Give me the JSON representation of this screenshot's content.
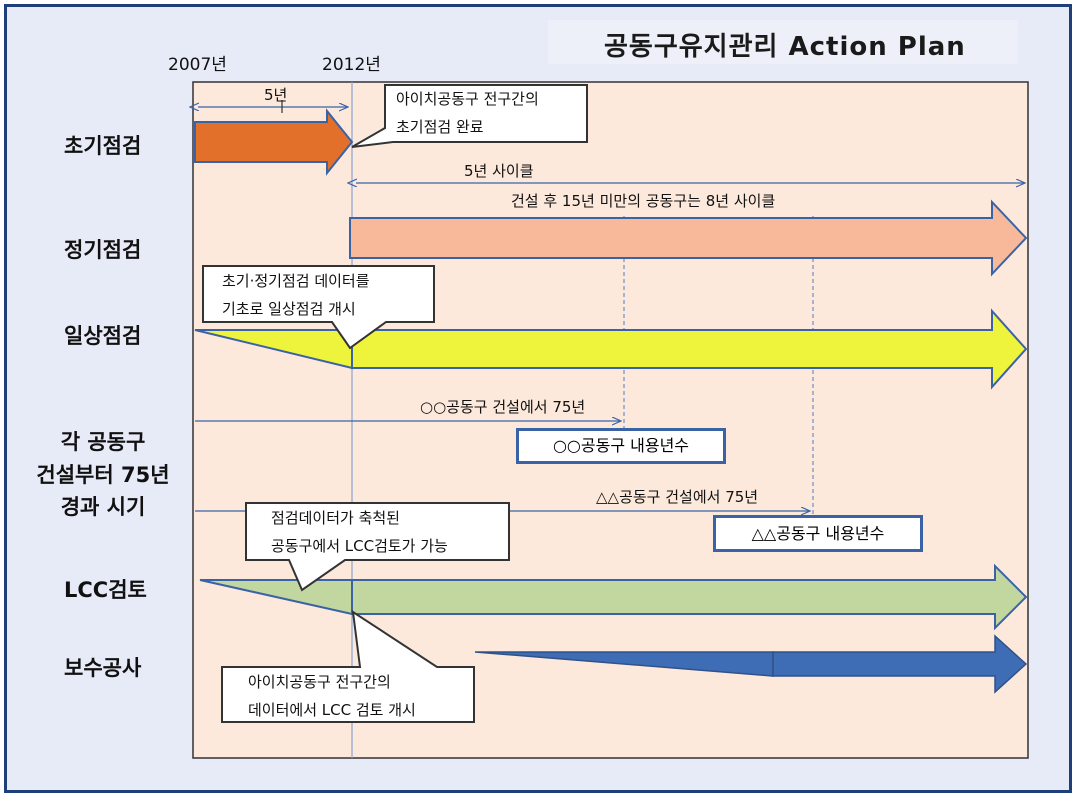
{
  "title": "공동구유지관리 Action Plan",
  "years": {
    "start": "2007년",
    "mid": "2012년"
  },
  "rows": {
    "initial": "초기점검",
    "regular": "정기점검",
    "daily": "일상점검",
    "elapsed": [
      "각 공동구",
      "건설부터 75년",
      "경과 시기"
    ],
    "lcc": "LCC검토",
    "repair": "보수공사"
  },
  "spans": {
    "five_years": "5년",
    "five_year_cycle": "5년 사이클",
    "eight_year_cycle": "건설 후 15년 미만의 공동구는 8년 사이클",
    "oo_construction": "○○공동구 건설에서 75년",
    "tt_construction": "△△공동구 건설에서 75년"
  },
  "callouts": {
    "initial_done": [
      "아이치공동구 전구간의",
      "초기점검 완료"
    ],
    "daily_start": [
      "초기·정기점검 데이터를",
      "기초로 일상점검 개시"
    ],
    "lcc_possible": [
      "점검데이터가 축척된",
      "공동구에서 LCC검토가 가능"
    ],
    "lcc_start": [
      "아이치공동구 전구간의",
      "데이터에서 LCC 검토 개시"
    ]
  },
  "boxes": {
    "oo_life": "○○공동구 내용년수",
    "tt_life": "△△공동구 내용년수"
  },
  "colors": {
    "frame": "#1f3f7a",
    "panel": "#fde9dc",
    "initial": "#e2702a",
    "regular": "#f7b99a",
    "daily": "#eef33c",
    "lcc": "#c2d6a0",
    "repair": "#3e6db5"
  }
}
